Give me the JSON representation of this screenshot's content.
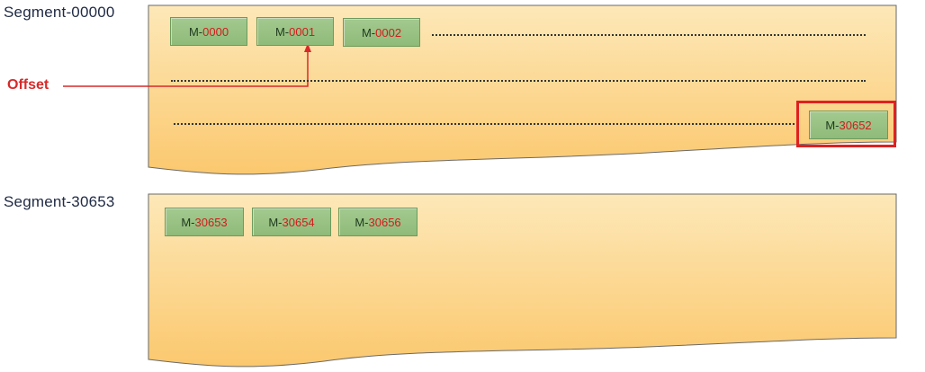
{
  "segments": [
    {
      "label": "Segment-00000",
      "messages": [
        {
          "prefix": "M-",
          "number": "0000"
        },
        {
          "prefix": "M-",
          "number": "0001"
        },
        {
          "prefix": "M-",
          "number": "0002"
        }
      ],
      "last_message": {
        "prefix": "M-",
        "number": "30652"
      }
    },
    {
      "label": "Segment-30653",
      "messages": [
        {
          "prefix": "M-",
          "number": "30653"
        },
        {
          "prefix": "M-",
          "number": "30654"
        },
        {
          "prefix": "M-",
          "number": "30656"
        }
      ]
    }
  ],
  "offset_label": "Offset",
  "colors": {
    "segment_fill_top": "#fde7b6",
    "segment_fill_bottom": "#fbcb74",
    "message_fill": "#9dc487",
    "message_number": "#d11d1d",
    "offset_red": "#d72a2a"
  }
}
